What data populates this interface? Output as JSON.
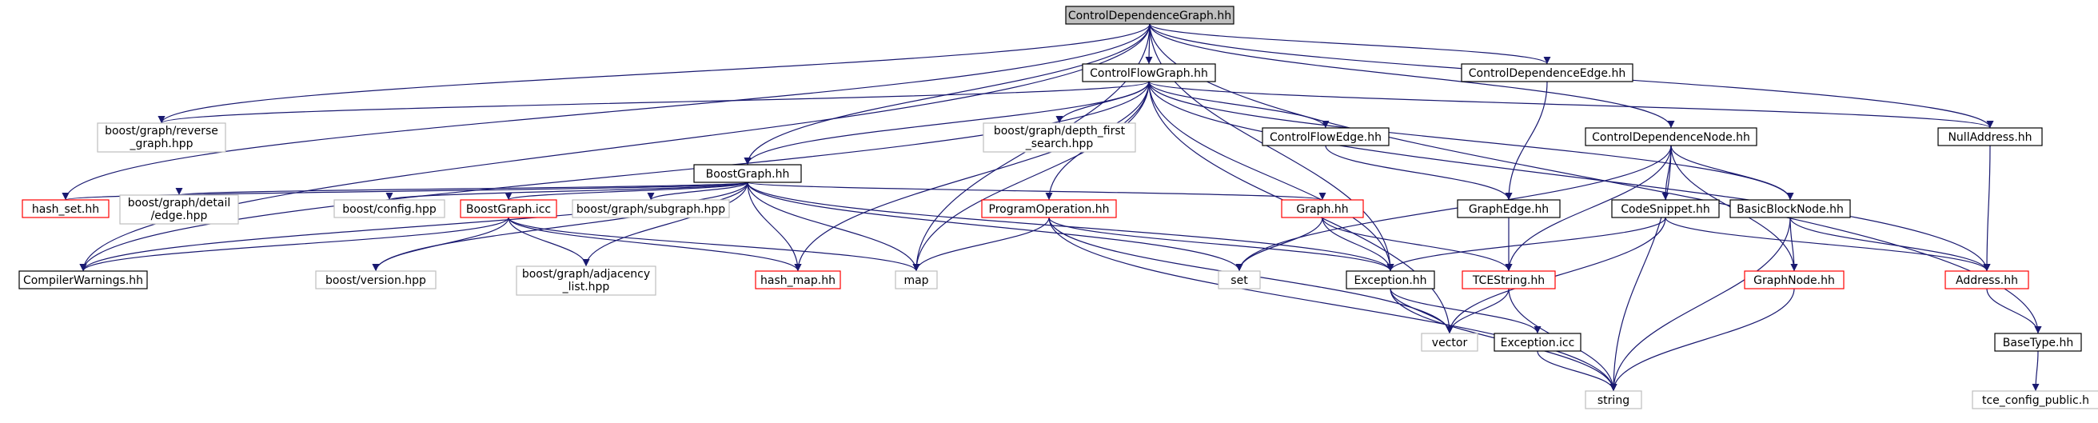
{
  "diagram": {
    "colors": {
      "root_fill": "#bfbfbf",
      "root_stroke": "#000000",
      "header_stroke": "#000000",
      "incomplete_stroke": "#ff0000",
      "external_stroke": "#bfbfbf",
      "edge": "#191970"
    },
    "nodes": [
      {
        "id": "cdg",
        "label": "ControlDependenceGraph.hh",
        "kind": "root"
      },
      {
        "id": "cfg",
        "label": "ControlFlowGraph.hh",
        "kind": "header"
      },
      {
        "id": "cde",
        "label": "ControlDependenceEdge.hh",
        "kind": "header"
      },
      {
        "id": "bgrev",
        "label": "boost/graph/reverse\n_graph.hpp",
        "kind": "external"
      },
      {
        "id": "dfs",
        "label": "boost/graph/depth_first\n_search.hpp",
        "kind": "external"
      },
      {
        "id": "bg",
        "label": "BoostGraph.hh",
        "kind": "header"
      },
      {
        "id": "cfe",
        "label": "ControlFlowEdge.hh",
        "kind": "header"
      },
      {
        "id": "cdn",
        "label": "ControlDependenceNode.hh",
        "kind": "header"
      },
      {
        "id": "nulladdr",
        "label": "NullAddress.hh",
        "kind": "header"
      },
      {
        "id": "hashset",
        "label": "hash_set.hh",
        "kind": "incomplete"
      },
      {
        "id": "bgedge",
        "label": "boost/graph/detail\n/edge.hpp",
        "kind": "external"
      },
      {
        "id": "bconfig",
        "label": "boost/config.hpp",
        "kind": "external"
      },
      {
        "id": "bgicc",
        "label": "BoostGraph.icc",
        "kind": "incomplete"
      },
      {
        "id": "bsub",
        "label": "boost/graph/subgraph.hpp",
        "kind": "external"
      },
      {
        "id": "progop",
        "label": "ProgramOperation.hh",
        "kind": "incomplete"
      },
      {
        "id": "graph",
        "label": "Graph.hh",
        "kind": "incomplete"
      },
      {
        "id": "gedge",
        "label": "GraphEdge.hh",
        "kind": "header"
      },
      {
        "id": "codesnip",
        "label": "CodeSnippet.hh",
        "kind": "header"
      },
      {
        "id": "bbn",
        "label": "BasicBlockNode.hh",
        "kind": "header"
      },
      {
        "id": "cw",
        "label": "CompilerWarnings.hh",
        "kind": "header"
      },
      {
        "id": "bver",
        "label": "boost/version.hpp",
        "kind": "external"
      },
      {
        "id": "badj",
        "label": "boost/graph/adjacency\n_list.hpp",
        "kind": "external"
      },
      {
        "id": "hashmap",
        "label": "hash_map.hh",
        "kind": "incomplete"
      },
      {
        "id": "map",
        "label": "map",
        "kind": "external"
      },
      {
        "id": "set",
        "label": "set",
        "kind": "external"
      },
      {
        "id": "exc",
        "label": "Exception.hh",
        "kind": "header"
      },
      {
        "id": "tces",
        "label": "TCEString.hh",
        "kind": "incomplete"
      },
      {
        "id": "gnode",
        "label": "GraphNode.hh",
        "kind": "incomplete"
      },
      {
        "id": "addr",
        "label": "Address.hh",
        "kind": "incomplete"
      },
      {
        "id": "vector",
        "label": "vector",
        "kind": "external"
      },
      {
        "id": "excicc",
        "label": "Exception.icc",
        "kind": "header"
      },
      {
        "id": "basetype",
        "label": "BaseType.hh",
        "kind": "header"
      },
      {
        "id": "string",
        "label": "string",
        "kind": "external"
      },
      {
        "id": "tcecfg",
        "label": "tce_config_public.h",
        "kind": "external"
      }
    ],
    "edges": [
      [
        "cdg",
        "cfg"
      ],
      [
        "cdg",
        "cde"
      ],
      [
        "cdg",
        "cdn"
      ],
      [
        "cdg",
        "nulladdr"
      ],
      [
        "cdg",
        "basetype"
      ],
      [
        "cdg",
        "bgrev"
      ],
      [
        "cdg",
        "hashset"
      ],
      [
        "cdg",
        "cw"
      ],
      [
        "cdg",
        "bg"
      ],
      [
        "cdg",
        "map"
      ],
      [
        "cdg",
        "exc"
      ],
      [
        "cfg",
        "bgrev"
      ],
      [
        "cfg",
        "dfs"
      ],
      [
        "cfg",
        "bg"
      ],
      [
        "cfg",
        "cfe"
      ],
      [
        "cfg",
        "progop"
      ],
      [
        "cfg",
        "hashmap"
      ],
      [
        "cfg",
        "map"
      ],
      [
        "cfg",
        "cw"
      ],
      [
        "cfg",
        "exc"
      ],
      [
        "cfg",
        "vector"
      ],
      [
        "cfg",
        "bbn"
      ],
      [
        "cfg",
        "nulladdr"
      ],
      [
        "cfg",
        "addr"
      ],
      [
        "cde",
        "gedge"
      ],
      [
        "cfe",
        "gedge"
      ],
      [
        "cdn",
        "codesnip"
      ],
      [
        "cdn",
        "bbn"
      ],
      [
        "cdn",
        "gnode"
      ],
      [
        "cdn",
        "tces"
      ],
      [
        "cdn",
        "set"
      ],
      [
        "cdn",
        "string"
      ],
      [
        "nulladdr",
        "addr"
      ],
      [
        "bg",
        "hashset"
      ],
      [
        "bg",
        "bgedge"
      ],
      [
        "bg",
        "bconfig"
      ],
      [
        "bg",
        "bgicc"
      ],
      [
        "bg",
        "bsub"
      ],
      [
        "bg",
        "cw"
      ],
      [
        "bg",
        "bver"
      ],
      [
        "bg",
        "badj"
      ],
      [
        "bg",
        "hashmap"
      ],
      [
        "bg",
        "map"
      ],
      [
        "bg",
        "set"
      ],
      [
        "bg",
        "exc"
      ],
      [
        "bg",
        "graph"
      ],
      [
        "bgicc",
        "cw"
      ],
      [
        "bgicc",
        "bver"
      ],
      [
        "bgicc",
        "badj"
      ],
      [
        "bgicc",
        "hashmap"
      ],
      [
        "bgicc",
        "map"
      ],
      [
        "progop",
        "map"
      ],
      [
        "progop",
        "exc"
      ],
      [
        "progop",
        "vector"
      ],
      [
        "progop",
        "string"
      ],
      [
        "graph",
        "set"
      ],
      [
        "graph",
        "exc"
      ],
      [
        "graph",
        "tces"
      ],
      [
        "gedge",
        "tces"
      ],
      [
        "codesnip",
        "exc"
      ],
      [
        "codesnip",
        "addr"
      ],
      [
        "codesnip",
        "vector"
      ],
      [
        "bbn",
        "gnode"
      ],
      [
        "bbn",
        "addr"
      ],
      [
        "bbn",
        "string"
      ],
      [
        "exc",
        "vector"
      ],
      [
        "exc",
        "excicc"
      ],
      [
        "exc",
        "string"
      ],
      [
        "tces",
        "vector"
      ],
      [
        "tces",
        "string"
      ],
      [
        "gnode",
        "string"
      ],
      [
        "addr",
        "basetype"
      ],
      [
        "excicc",
        "string"
      ],
      [
        "basetype",
        "tcecfg"
      ]
    ]
  }
}
